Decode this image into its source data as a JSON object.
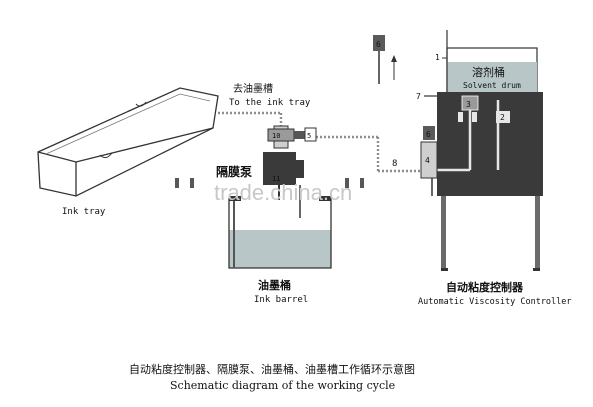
{
  "labels": {
    "to_ink_tray_cn": "去油墨槽",
    "to_ink_tray_en": "To the ink tray",
    "ink_tray": "Ink tray",
    "diaphragm_pump_cn": "隔膜泵",
    "ink_barrel_cn": "油墨桶",
    "ink_barrel_en": "Ink barrel",
    "solvent_drum_cn": "溶剂桶",
    "solvent_drum_en": "Solvent drum",
    "controller_cn": "自动粘度控制器",
    "controller_en": "Automatic Viscosity Controller",
    "caption_cn": "自动粘度控制器、隔膜泵、油墨桶、油墨槽工作循环示意图",
    "caption_en": "Schematic diagram of the working cycle",
    "watermark": "trade.china.cn"
  },
  "markers": {
    "m1": "1",
    "m2": "2",
    "m3": "3",
    "m4": "4",
    "m5": "5",
    "m6_top": "6",
    "m6_side": "6",
    "m7": "7",
    "m8": "8",
    "m10": "10",
    "m11": "11"
  },
  "colors": {
    "dark": "#3a3a3a",
    "liquid": "#b9c6c7",
    "pipe_dots": "#8d8d8d",
    "marker_fill": "#5a5a5a"
  }
}
